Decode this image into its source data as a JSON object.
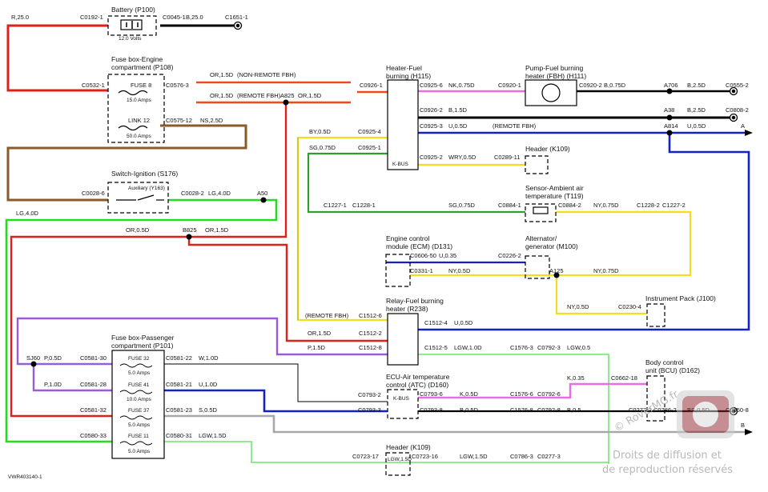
{
  "figure_id": "VWR403140-1",
  "components": {
    "battery": {
      "title": "Battery (P100)",
      "rating": "12.0 Volts"
    },
    "fuse_engine": {
      "title1": "Fuse box-Engine",
      "title2": "compartment (P108)",
      "fuse8": "FUSE 8",
      "fuse8_amps": "15.0 Amps",
      "link12": "LINK 12",
      "link12_amps": "50.0 Amps"
    },
    "ignition": {
      "title": "Switch-Ignition (S176)",
      "pos": "Auxiliary (Y163)"
    },
    "heater": {
      "title1": "Heater-Fuel",
      "title2": "burning (H115)",
      "kbus": "K-BUS"
    },
    "pump": {
      "title1": "Pump-Fuel burning",
      "title2": "heater (FBH) (H111)"
    },
    "header1": {
      "title": "Header (K109)"
    },
    "sensor": {
      "title1": "Sensor-Ambient air",
      "title2": "temperature (T119)"
    },
    "ecm": {
      "title1": "Engine control",
      "title2": "module (ECM) (D131)"
    },
    "alternator": {
      "title1": "Alternator/",
      "title2": "generator (M100)"
    },
    "instrument": {
      "title": "Instrument Pack (J100)"
    },
    "relay": {
      "title1": "Relay-Fuel burning",
      "title2": "heater (R238)"
    },
    "fuse_pass": {
      "title1": "Fuse box-Passenger",
      "title2": "compartment (P101)",
      "f32": "FUSE 32",
      "f32a": "5.0 Amps",
      "f41": "FUSE 41",
      "f41a": "10.0 Amps",
      "f37": "FUSE 37",
      "f37a": "5.0 Amps",
      "f11": "FUSE 11",
      "f11a": "5.0 Amps"
    },
    "atc": {
      "title1": "ECU-Air temperature",
      "title2": "control (ATC) (D160)",
      "kbus": "K-BUS"
    },
    "bcu": {
      "title1": "Body control",
      "title2": "unit (BCU) (D162)"
    },
    "header2": {
      "title": "Header (K109)",
      "inner": "LGW,1.5D"
    }
  },
  "labels": {
    "r25": "R,25.0",
    "c0192": "C0192-1",
    "c0045": "C0045-1",
    "b25": "B,25.0",
    "c1651": "C1651-1",
    "c0532": "C0532-1",
    "c0576": "C0576-3",
    "c0575": "C0575-12",
    "ns25": "NS,2.5D",
    "or15a": "OR,1.5D",
    "nonremote": "(NON-REMOTE FBH)",
    "or15b": "OR,1.5D",
    "remote": "(REMOTE FBH)",
    "a825": "A825",
    "or15c": "OR,1.5D",
    "c0926_1": "C0926-1",
    "c0925_6": "C0925-6",
    "nk075": "NK,0.75D",
    "c0920_1": "C0920-1",
    "c0920_2": "C0920-2",
    "b075": "B,0.75D",
    "a706": "A706",
    "b25d_1": "B,2.5D",
    "c0555": "C0555-2",
    "c0926_2": "C0926-2",
    "b15": "B,1.5D",
    "a38": "A38",
    "b25d_2": "B,2.5D",
    "c0808": "C0808-2",
    "c0925_3": "C0925-3",
    "u05": "U,0.5D",
    "remote2": "(REMOTE FBH)",
    "a814": "A814",
    "u05b": "U,0.5D",
    "a_arrow": "A",
    "by05": "BY,0.5D",
    "c0925_4": "C0925-4",
    "sg075": "SG,0.75D",
    "c0925_1": "C0925-1",
    "c0925_2": "C0925-2",
    "wry05": "WRY,0.5D",
    "c0289": "C0289-11",
    "c1227_1": "C1227-1",
    "c1228_1": "C1228-1",
    "sg075b": "SG,0.75D",
    "c0884_1": "C0884-1",
    "c0884_2": "C0884-2",
    "ny075": "NY,0.75D",
    "c1228_2": "C1228-2",
    "c1227_2": "C1227-2",
    "c0606": "C0606-50",
    "u035": "U,0.35",
    "c0226": "C0226-2",
    "c0331": "C0331-1",
    "ny05": "NY,0.5D",
    "a125": "A125",
    "ny075b": "NY,0.75D",
    "ny05b": "NY,0.5D",
    "c0230": "C0230-4",
    "c0028_6": "C0028-6",
    "c0028_2": "C0028-2",
    "lg40": "LG,4.0D",
    "a50": "A50",
    "lg40b": "LG,4.0D",
    "or05": "OR,0.5D",
    "b825": "B825",
    "or15d": "OR,1.5D",
    "remote3": "(REMOTE FBH)",
    "c1512_6": "C1512-6",
    "c1512_4": "C1512-4",
    "u05c": "U,0.5D",
    "or15e": "OR,1.5D",
    "c1512_2": "C1512-2",
    "p15": "P,1.5D",
    "c1512_8": "C1512-8",
    "c1512_5": "C1512-5",
    "lgw10": "LGW,1.0D",
    "c1576_3": "C1576-3",
    "c0792_3": "C0792-3",
    "lgw05": "LGW,0.5",
    "sj60": "SJ60",
    "p05": "P,0.5D",
    "c0581_30": "C0581-30",
    "c0581_22": "C0581-22",
    "w10": "W,1.0D",
    "p10": "P,1.0D",
    "c0581_28": "C0581-28",
    "c0581_21": "U,1.0D",
    "c0581_21b": "C0581-21",
    "k035": "K,0.35",
    "c0662": "C0662-18",
    "c0793_2": "C0793-2",
    "c0793_6": "C0793-6",
    "k05": "K,0.5D",
    "c1576_6": "C1576-6",
    "c0792_6": "C0792-6",
    "c0581_32": "C0581-32",
    "c0581_23": "C0581-23",
    "s05": "S,0.5D",
    "c0793_3": "C0793-3",
    "c0793_8": "C0793-8",
    "b05": "B,0.5D",
    "c1576_8": "C1576-8",
    "c0792_8": "C0792-8",
    "b05b": "B,0.5",
    "c0277_2": "C0277-2",
    "c0786_2": "C0786-2",
    "bs05": "BS,0.5D",
    "c0550": "C0550-8",
    "b_arrow": "B",
    "c0580_33": "C0580-33",
    "c0580_31": "C0580-31",
    "lgw15": "LGW,1.5D",
    "c0723_17": "C0723-17",
    "c0723_16": "C0723-16",
    "lgw15b": "LGW,1.5D",
    "c0786_3": "C0786-3",
    "c0277_3": "C0277-3"
  },
  "watermark": {
    "line1": "Droits de diffusion et",
    "line2": "de reproduction réservés",
    "site": "© RoverMG.fr"
  },
  "colors": {
    "red": "#e0201a",
    "black": "#000000",
    "orange": "#f04a12",
    "pink": "#ea6ee0",
    "blue": "#1420c8",
    "brown": "#8a5a2a",
    "green": "#22dd22",
    "yellow": "#f2de20",
    "darkgreen": "#2f9e2f",
    "purple": "#9a5ae0",
    "grey": "#a8a8a8",
    "lightgreen": "#4fe04f"
  }
}
